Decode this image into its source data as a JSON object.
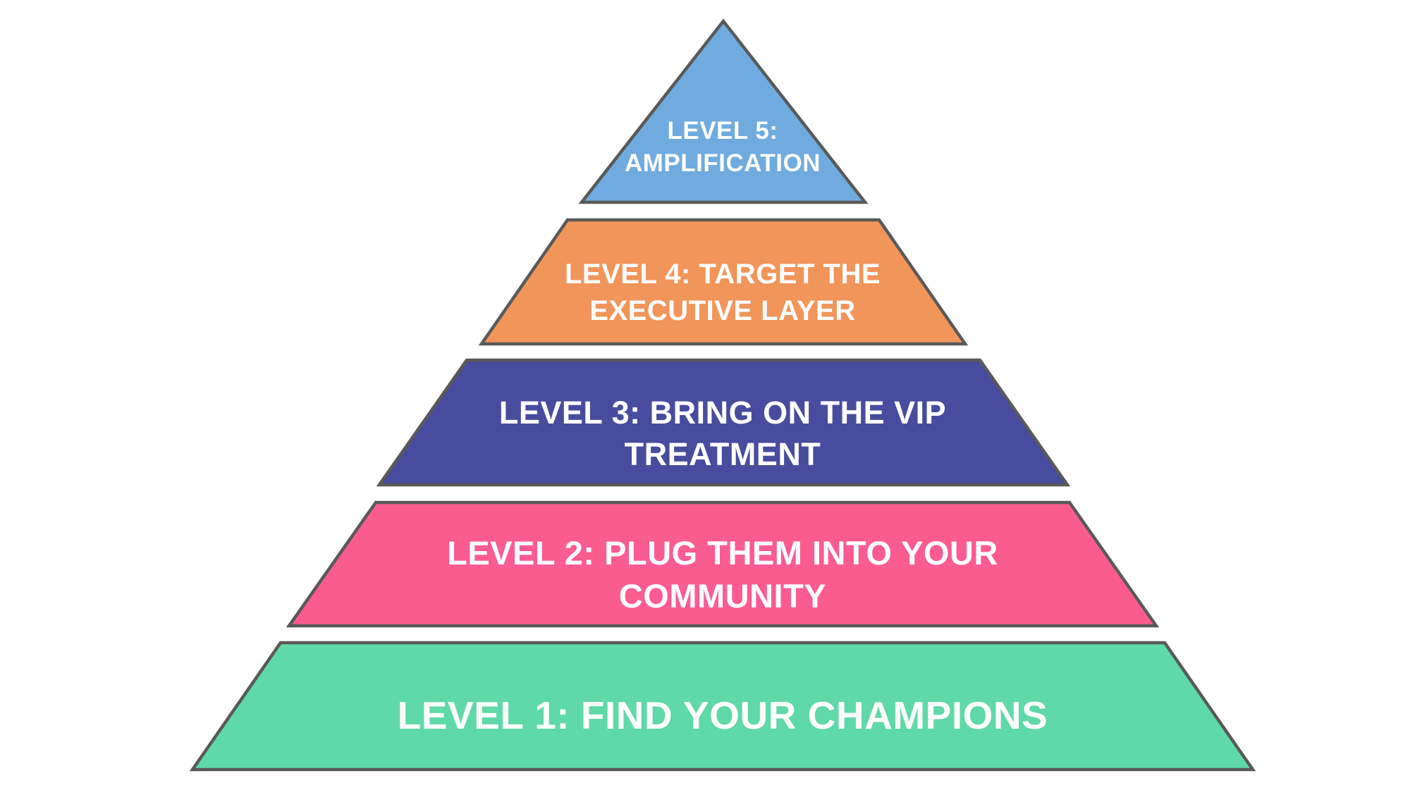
{
  "diagram": {
    "type": "pyramid",
    "background": "#FFFFFF",
    "border_color": "#595959",
    "text_color": "#FFFFFF",
    "levels": [
      {
        "label": "LEVEL 5: AMPLIFICATION",
        "lines": [
          "LEVEL 5:",
          "AMPLIFICATION"
        ],
        "color": "#6FABDF"
      },
      {
        "label": "LEVEL 4: TARGET THE EXECUTIVE LAYER",
        "lines": [
          "LEVEL 4: TARGET THE",
          "EXECUTIVE LAYER"
        ],
        "color": "#F2955A"
      },
      {
        "label": "LEVEL 3: BRING ON THE VIP TREATMENT",
        "lines": [
          "LEVEL 3: BRING ON THE VIP",
          "TREATMENT"
        ],
        "color": "#474C9E"
      },
      {
        "label": "LEVEL 2: PLUG THEM INTO YOUR COMMUNITY",
        "lines": [
          "LEVEL 2: PLUG THEM INTO YOUR",
          "COMMUNITY"
        ],
        "color": "#FB5C90"
      },
      {
        "label": "LEVEL 1: FIND YOUR CHAMPIONS",
        "lines": [
          "LEVEL 1: FIND YOUR CHAMPIONS"
        ],
        "color": "#5FD9A7"
      }
    ]
  }
}
